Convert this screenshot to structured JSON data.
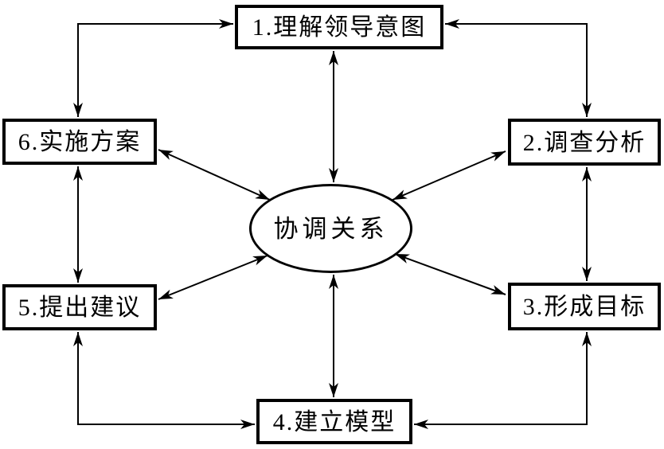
{
  "figure": {
    "type": "hub-and-spoke-cycle-diagram",
    "colors": {
      "stroke": "#000000",
      "background": "#ffffff"
    },
    "center": {
      "label": "协调关系"
    },
    "nodes": [
      {
        "id": "1",
        "label": "1.理解领导意图",
        "position": "top"
      },
      {
        "id": "2",
        "label": "2.调查分析",
        "position": "upper-right"
      },
      {
        "id": "3",
        "label": "3.形成目标",
        "position": "lower-right"
      },
      {
        "id": "4",
        "label": "4.建立模型",
        "position": "bottom"
      },
      {
        "id": "5",
        "label": "5.提出建议",
        "position": "lower-left"
      },
      {
        "id": "6",
        "label": "6.实施方案",
        "position": "upper-left"
      }
    ],
    "edges": [
      {
        "from": "center",
        "to": "1",
        "bidirectional": true,
        "style": "straight"
      },
      {
        "from": "center",
        "to": "2",
        "bidirectional": true,
        "style": "straight"
      },
      {
        "from": "center",
        "to": "3",
        "bidirectional": true,
        "style": "straight"
      },
      {
        "from": "center",
        "to": "4",
        "bidirectional": true,
        "style": "straight"
      },
      {
        "from": "center",
        "to": "5",
        "bidirectional": true,
        "style": "straight"
      },
      {
        "from": "center",
        "to": "6",
        "bidirectional": true,
        "style": "straight"
      },
      {
        "from": "6",
        "to": "1",
        "bidirectional": true,
        "style": "elbow"
      },
      {
        "from": "1",
        "to": "2",
        "bidirectional": true,
        "style": "elbow"
      },
      {
        "from": "2",
        "to": "3",
        "bidirectional": true,
        "style": "straight"
      },
      {
        "from": "3",
        "to": "4",
        "bidirectional": true,
        "style": "elbow"
      },
      {
        "from": "4",
        "to": "5",
        "bidirectional": true,
        "style": "elbow"
      },
      {
        "from": "5",
        "to": "6",
        "bidirectional": true,
        "style": "straight"
      }
    ]
  }
}
